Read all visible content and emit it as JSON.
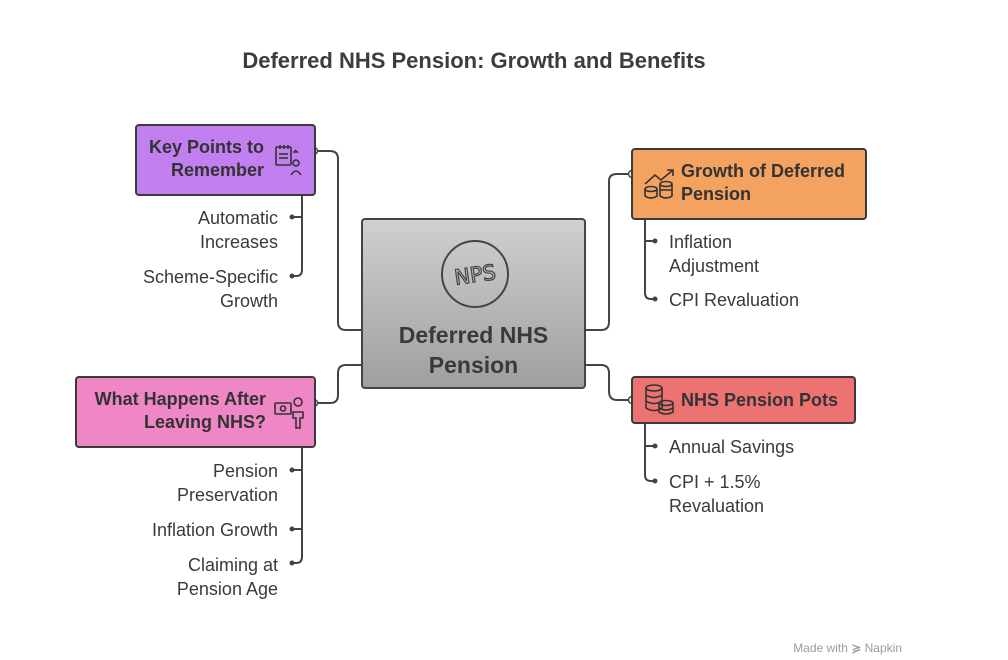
{
  "title": "Deferred NHS Pension: Growth and Benefits",
  "center": {
    "logo_text": "NPS",
    "label": "Deferred NHS Pension"
  },
  "branches": {
    "key_points": {
      "title": "Key Points to Remember",
      "color": "#c27ff0",
      "icon": "checklist-person-icon",
      "leaves": [
        "Automatic Increases",
        "Scheme-Specific Growth"
      ]
    },
    "after_leaving": {
      "title": "What Happens After Leaving NHS?",
      "color": "#ef86c6",
      "icon": "money-person-icon",
      "leaves": [
        "Pension Preservation",
        "Inflation Growth",
        "Claiming at Pension Age"
      ]
    },
    "growth": {
      "title": "Growth of Deferred Pension",
      "color": "#f3a35f",
      "icon": "growth-coins-icon",
      "leaves": [
        "Inflation Adjustment",
        "CPI Revaluation"
      ]
    },
    "pots": {
      "title": "NHS Pension Pots",
      "color": "#ec7372",
      "icon": "coin-stack-icon",
      "leaves": [
        "Annual Savings",
        "CPI + 1.5% Revaluation"
      ]
    }
  },
  "footer": {
    "made_with": "Made with",
    "brand": "Napkin"
  }
}
